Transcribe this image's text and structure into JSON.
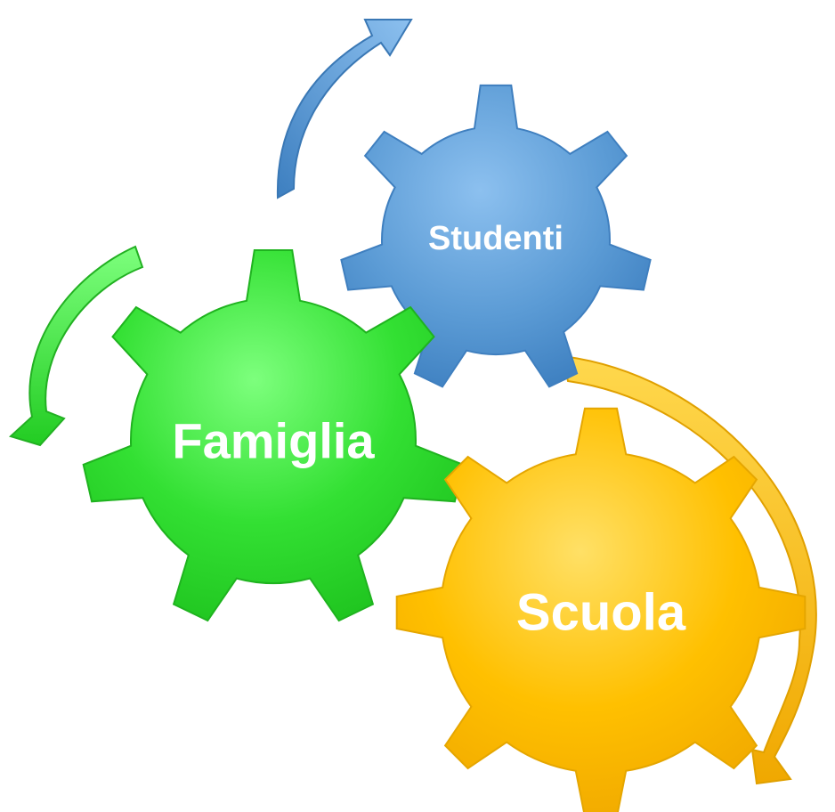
{
  "diagram": {
    "gears": [
      {
        "id": "studenti",
        "label": "Studenti",
        "color": "#5b9bd5",
        "teeth": 7
      },
      {
        "id": "famiglia",
        "label": "Famiglia",
        "color": "#33e033",
        "teeth": 7
      },
      {
        "id": "scuola",
        "label": "Scuola",
        "color": "#ffc000",
        "teeth": 8
      }
    ],
    "arrows": [
      {
        "id": "blue-arrow",
        "color": "#5b9bd5"
      },
      {
        "id": "green-arrow",
        "color": "#33e033"
      },
      {
        "id": "yellow-arrow",
        "color": "#ffc000"
      }
    ]
  }
}
